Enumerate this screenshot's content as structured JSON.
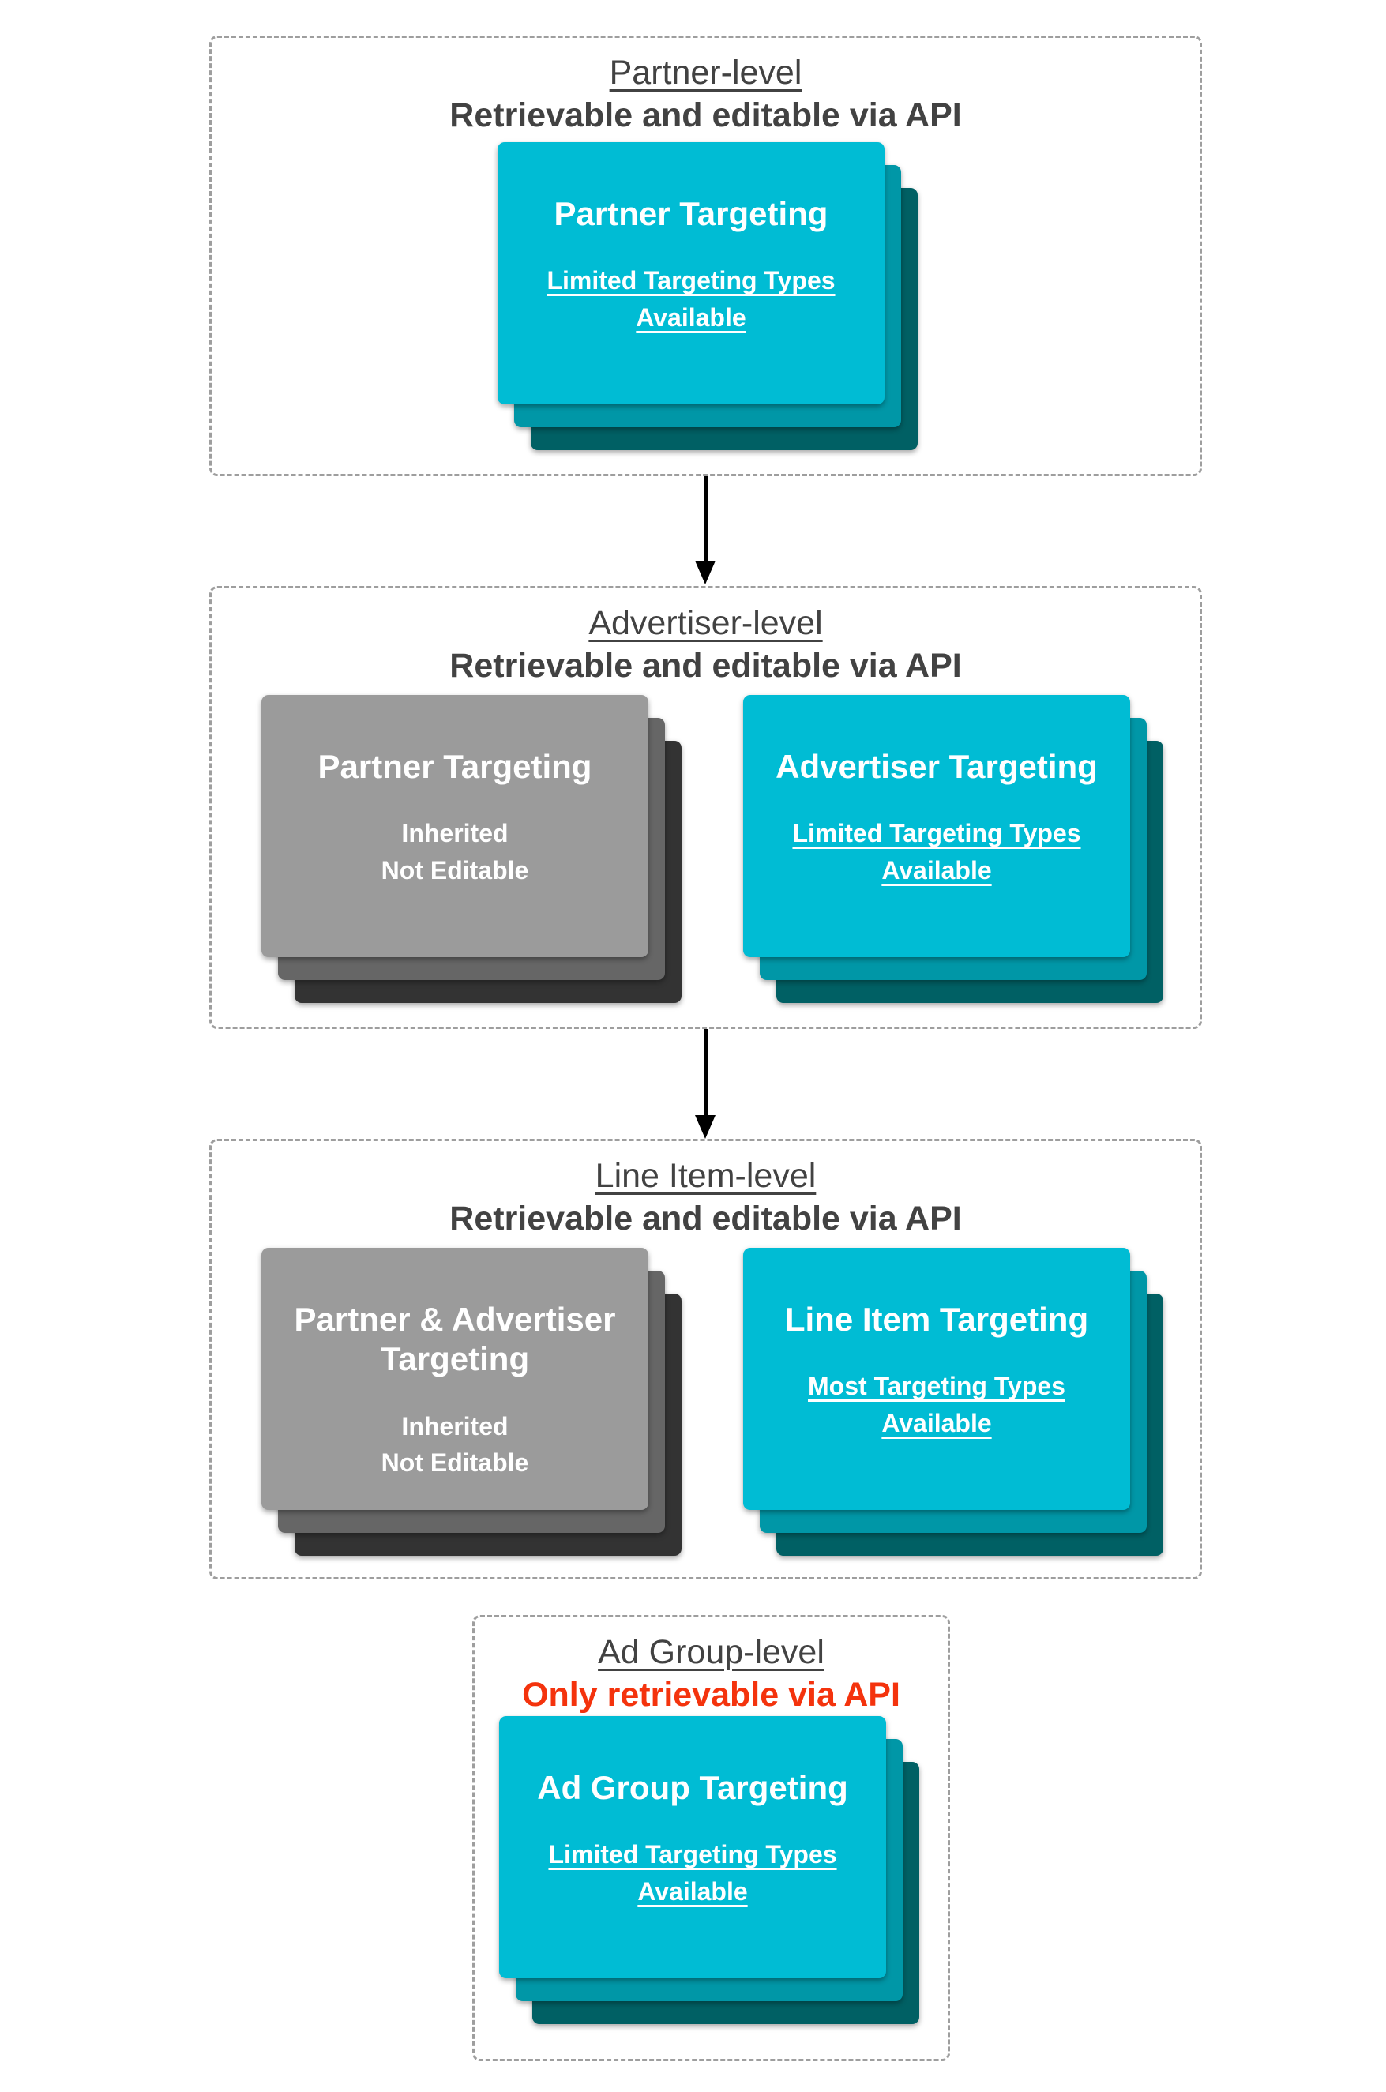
{
  "colors": {
    "cyan_front": "#00bcd4",
    "cyan_mid": "#0097a7",
    "cyan_back": "#006064",
    "gray_front": "#9b9b9b",
    "gray_mid": "#666666",
    "gray_back": "#333333",
    "heading_text": "#424242",
    "alert_red": "#f4330d",
    "dashed_border": "#9e9e9e",
    "arrow": "#000000",
    "card_text": "#ffffff"
  },
  "sections": [
    {
      "title": "Partner-level",
      "subtitle": "Retrievable and editable via API",
      "cards": [
        {
          "style": "cyan",
          "title": "Partner Targeting",
          "body_lines": [
            "Limited Targeting Types",
            "Available"
          ],
          "body_underlined": true
        }
      ]
    },
    {
      "title": "Advertiser-level",
      "subtitle": "Retrievable and editable via API",
      "cards": [
        {
          "style": "gray",
          "title": "Partner Targeting",
          "body_lines": [
            "Inherited",
            "Not Editable"
          ],
          "body_underlined": false
        },
        {
          "style": "cyan",
          "title": "Advertiser Targeting",
          "body_lines": [
            "Limited Targeting Types",
            "Available"
          ],
          "body_underlined": true
        }
      ]
    },
    {
      "title": "Line Item-level",
      "subtitle": "Retrievable and editable via API",
      "cards": [
        {
          "style": "gray",
          "title": "Partner & Advertiser Targeting",
          "body_lines": [
            "Inherited",
            "Not Editable"
          ],
          "body_underlined": false
        },
        {
          "style": "cyan",
          "title": "Line Item Targeting",
          "body_lines": [
            "Most Targeting Types",
            "Available"
          ],
          "body_underlined": true
        }
      ]
    },
    {
      "title": "Ad Group-level",
      "subtitle": "Only retrievable via API",
      "cards": [
        {
          "style": "cyan",
          "title": "Ad Group Targeting",
          "body_lines": [
            "Limited Targeting Types",
            "Available"
          ],
          "body_underlined": true
        }
      ]
    }
  ]
}
